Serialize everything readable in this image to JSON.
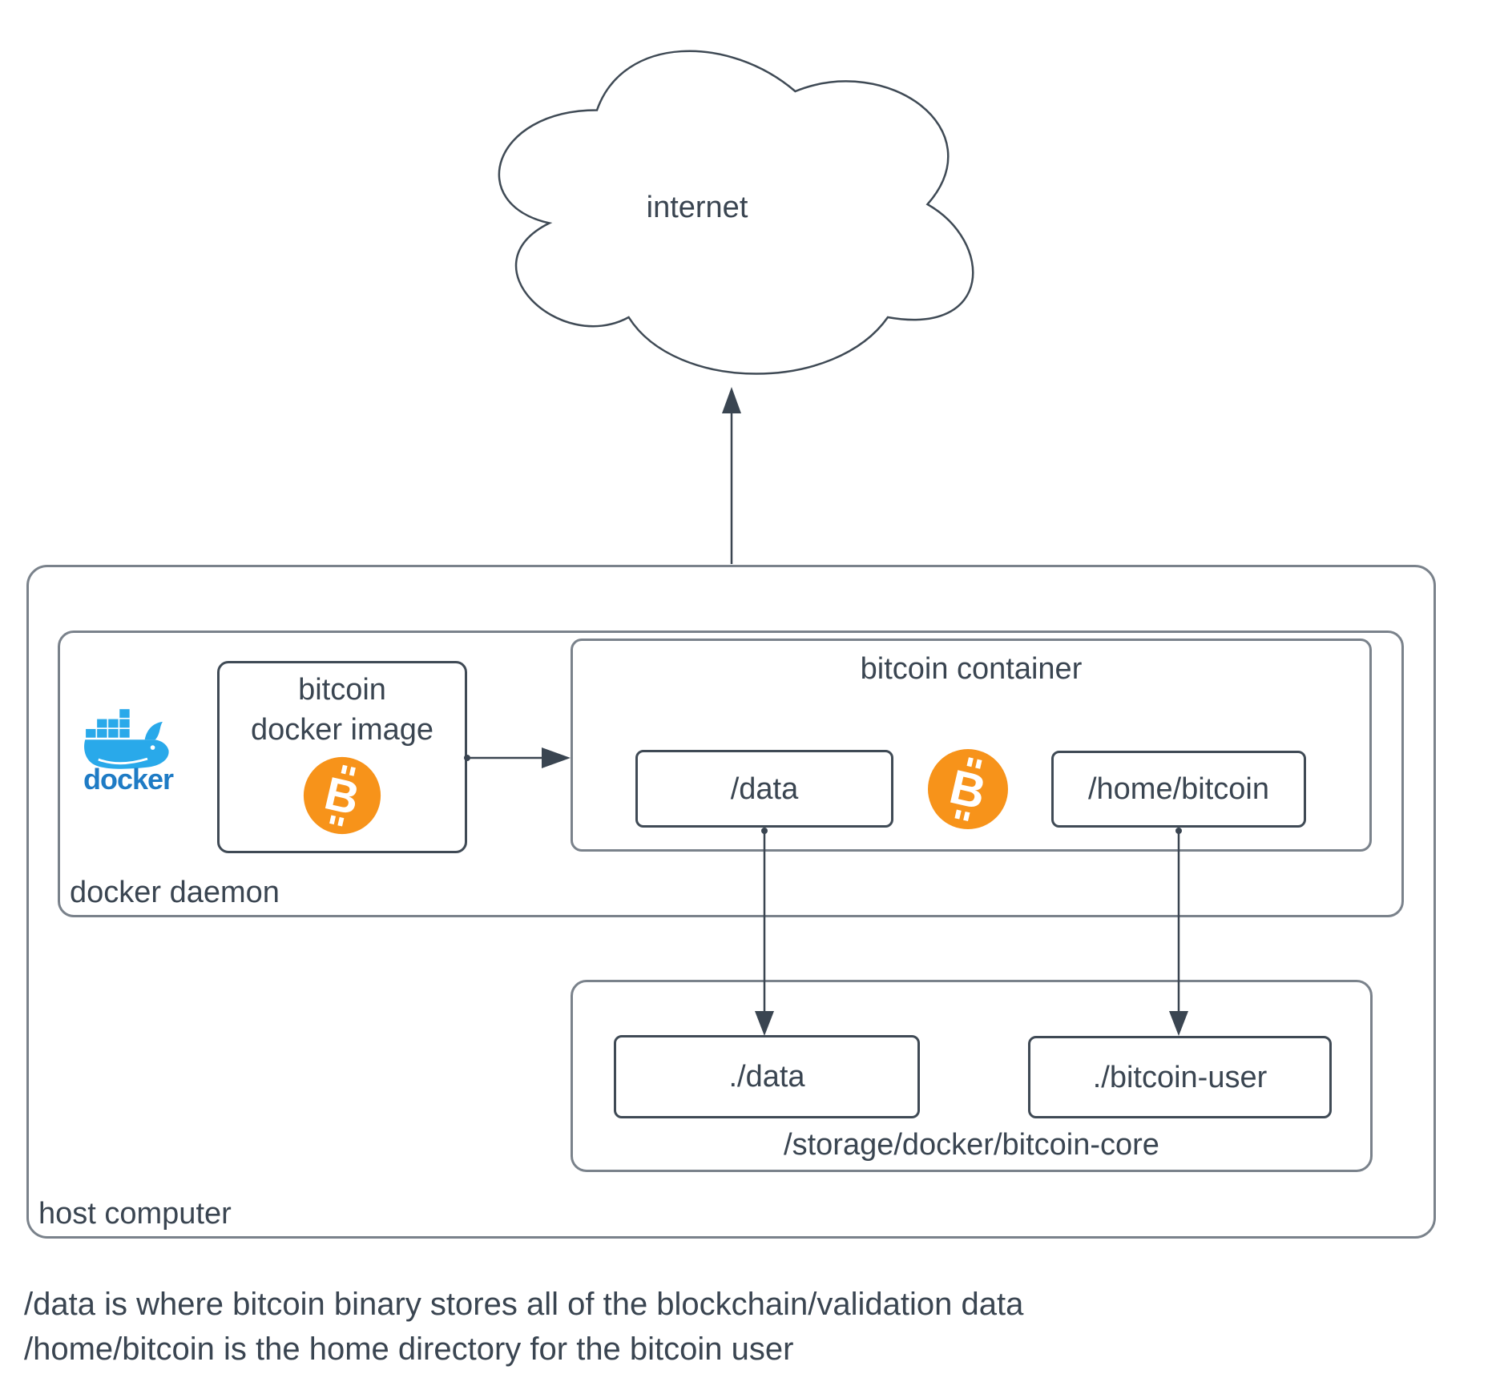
{
  "diagram": {
    "internet_label": "internet",
    "host": {
      "label": "host computer"
    },
    "docker_daemon": {
      "label": "docker daemon"
    },
    "docker_logo": {
      "wordmark": "docker"
    },
    "bitcoin_image": {
      "label": "bitcoin\ndocker image"
    },
    "bitcoin_container": {
      "label": "bitcoin container",
      "volumes": [
        {
          "label": "/data"
        },
        {
          "label": "/home/bitcoin"
        }
      ]
    },
    "storage": {
      "label": "/storage/docker/bitcoin-core",
      "folders": [
        {
          "label": "./data"
        },
        {
          "label": "./bitcoin-user"
        }
      ]
    },
    "notes": [
      "/data is where bitcoin binary stores all of the blockchain/validation data",
      "/home/bitcoin is the home directory for the bitcoin user"
    ],
    "colors": {
      "docker_blue": "#29A9EA",
      "docker_wordmark_blue": "#1E7BC5",
      "bitcoin_orange": "#F7931A",
      "line_dark": "#3A4551",
      "border_gray": "#7A828B"
    }
  }
}
